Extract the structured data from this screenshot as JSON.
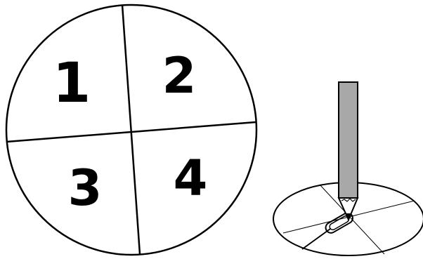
{
  "spinner": {
    "sections": [
      {
        "label": "1"
      },
      {
        "label": "2"
      },
      {
        "label": "3"
      },
      {
        "label": "4"
      }
    ]
  },
  "illustration": {
    "pencil_color": "#a8a8a8",
    "line_color": "#000000"
  }
}
